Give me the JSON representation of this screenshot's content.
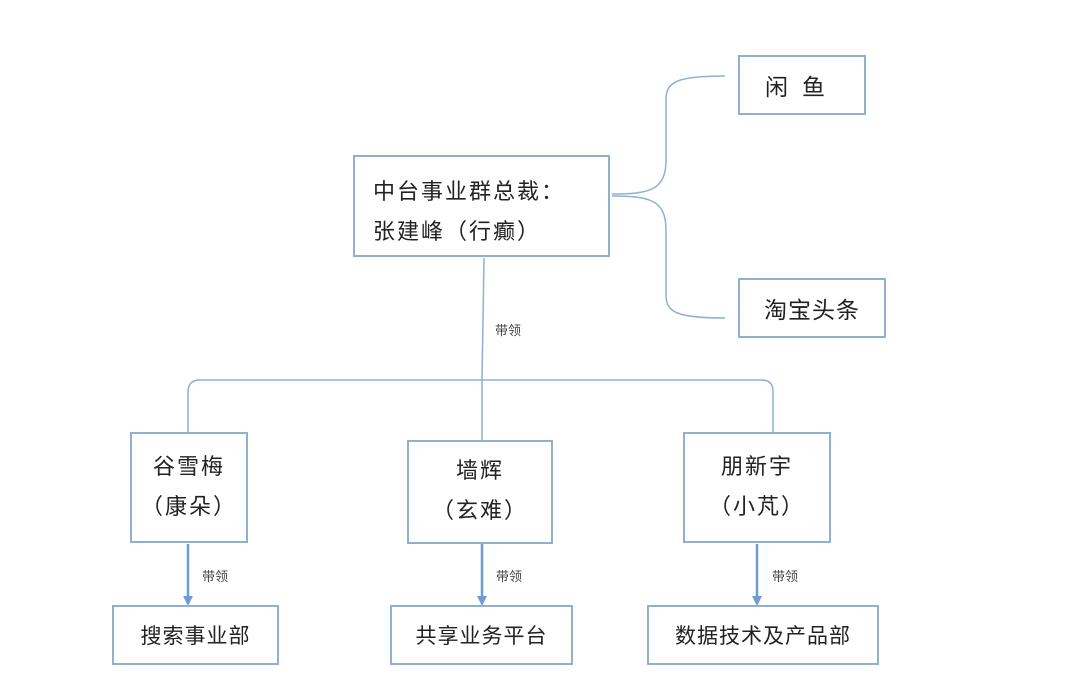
{
  "main_node": {
    "line1": "中台事业群总裁：",
    "line2": "张建峰（行癫）"
  },
  "side_nodes": [
    {
      "label": "闲鱼"
    },
    {
      "label": "淘宝头条"
    }
  ],
  "leads_label": "带领",
  "leaders": [
    {
      "name": "谷雪梅",
      "alias": "（康朵）",
      "department": "搜索事业部"
    },
    {
      "name": "墙辉",
      "alias": "（玄难）",
      "department": "共享业务平台"
    },
    {
      "name": "朋新宇",
      "alias": "（小芃）",
      "department": "数据技术及产品部"
    }
  ],
  "colors": {
    "box_border": "#8fb0d0",
    "connector": "#8fb0d0",
    "arrow": "#6f9bd0"
  }
}
